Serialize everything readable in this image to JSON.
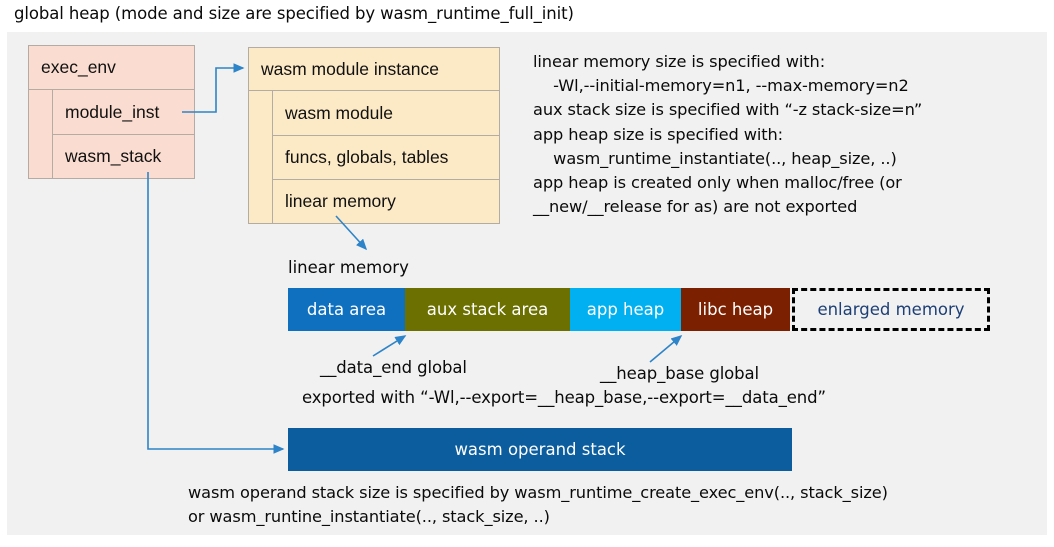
{
  "title": "global heap (mode and size are specified by wasm_runtime_full_init)",
  "colors": {
    "panel_bg": "#f1f1f1",
    "exec_env_fill": "#fadcd0",
    "module_instance_fill": "#fce9c6",
    "box_border": "#b3aca4",
    "connector": "#2e84c8",
    "data_area": "#0f70c0",
    "aux_stack_area": "#6b7000",
    "app_heap": "#00b0f0",
    "libc_heap": "#7b2000",
    "enlarged_memory_text": "#1d3f75",
    "operand_stack": "#0c5d9e"
  },
  "exec_env": {
    "header": "exec_env",
    "fields": [
      {
        "label": "module_inst"
      },
      {
        "label": "wasm_stack"
      }
    ]
  },
  "module_instance": {
    "header": "wasm module instance",
    "fields": [
      {
        "label": "wasm module"
      },
      {
        "label": "funcs, globals, tables"
      },
      {
        "label": "linear memory"
      }
    ]
  },
  "spec_note": "linear memory size is specified with:\n    -Wl,--initial-memory=n1, --max-memory=n2\naux stack size is specified with “-z stack-size=n”\napp heap size is specified with:\n    wasm_runtime_instantiate(.., heap_size, ..)\napp heap is created only when malloc/free (or\n__new/__release for as) are not exported",
  "linear_memory": {
    "label": "linear memory",
    "segments": [
      {
        "name": "data-area",
        "label": "data area",
        "color": "#0f70c0",
        "width": 117,
        "style": "solid"
      },
      {
        "name": "aux-stack-area",
        "label": "aux stack area",
        "color": "#6b7000",
        "width": 165,
        "style": "solid"
      },
      {
        "name": "app-heap",
        "label": "app heap",
        "color": "#00b0f0",
        "width": 111,
        "style": "solid"
      },
      {
        "name": "libc-heap",
        "label": "libc heap",
        "color": "#7b2000",
        "width": 109,
        "style": "solid"
      },
      {
        "name": "enlarged-memory",
        "label": "enlarged memory",
        "color": "#f1f1f1",
        "width": 198,
        "style": "dashed"
      }
    ]
  },
  "annotations": {
    "data_end": "__data_end global",
    "heap_base": "__heap_base global",
    "export_note": "exported with “-Wl,--export=__heap_base,--export=__data_end”"
  },
  "operand_stack": {
    "label": "wasm operand stack",
    "note": "wasm operand stack size is specified by wasm_runtime_create_exec_env(.., stack_size)\nor wasm_runtine_instantiate(.., stack_size, ..)"
  }
}
